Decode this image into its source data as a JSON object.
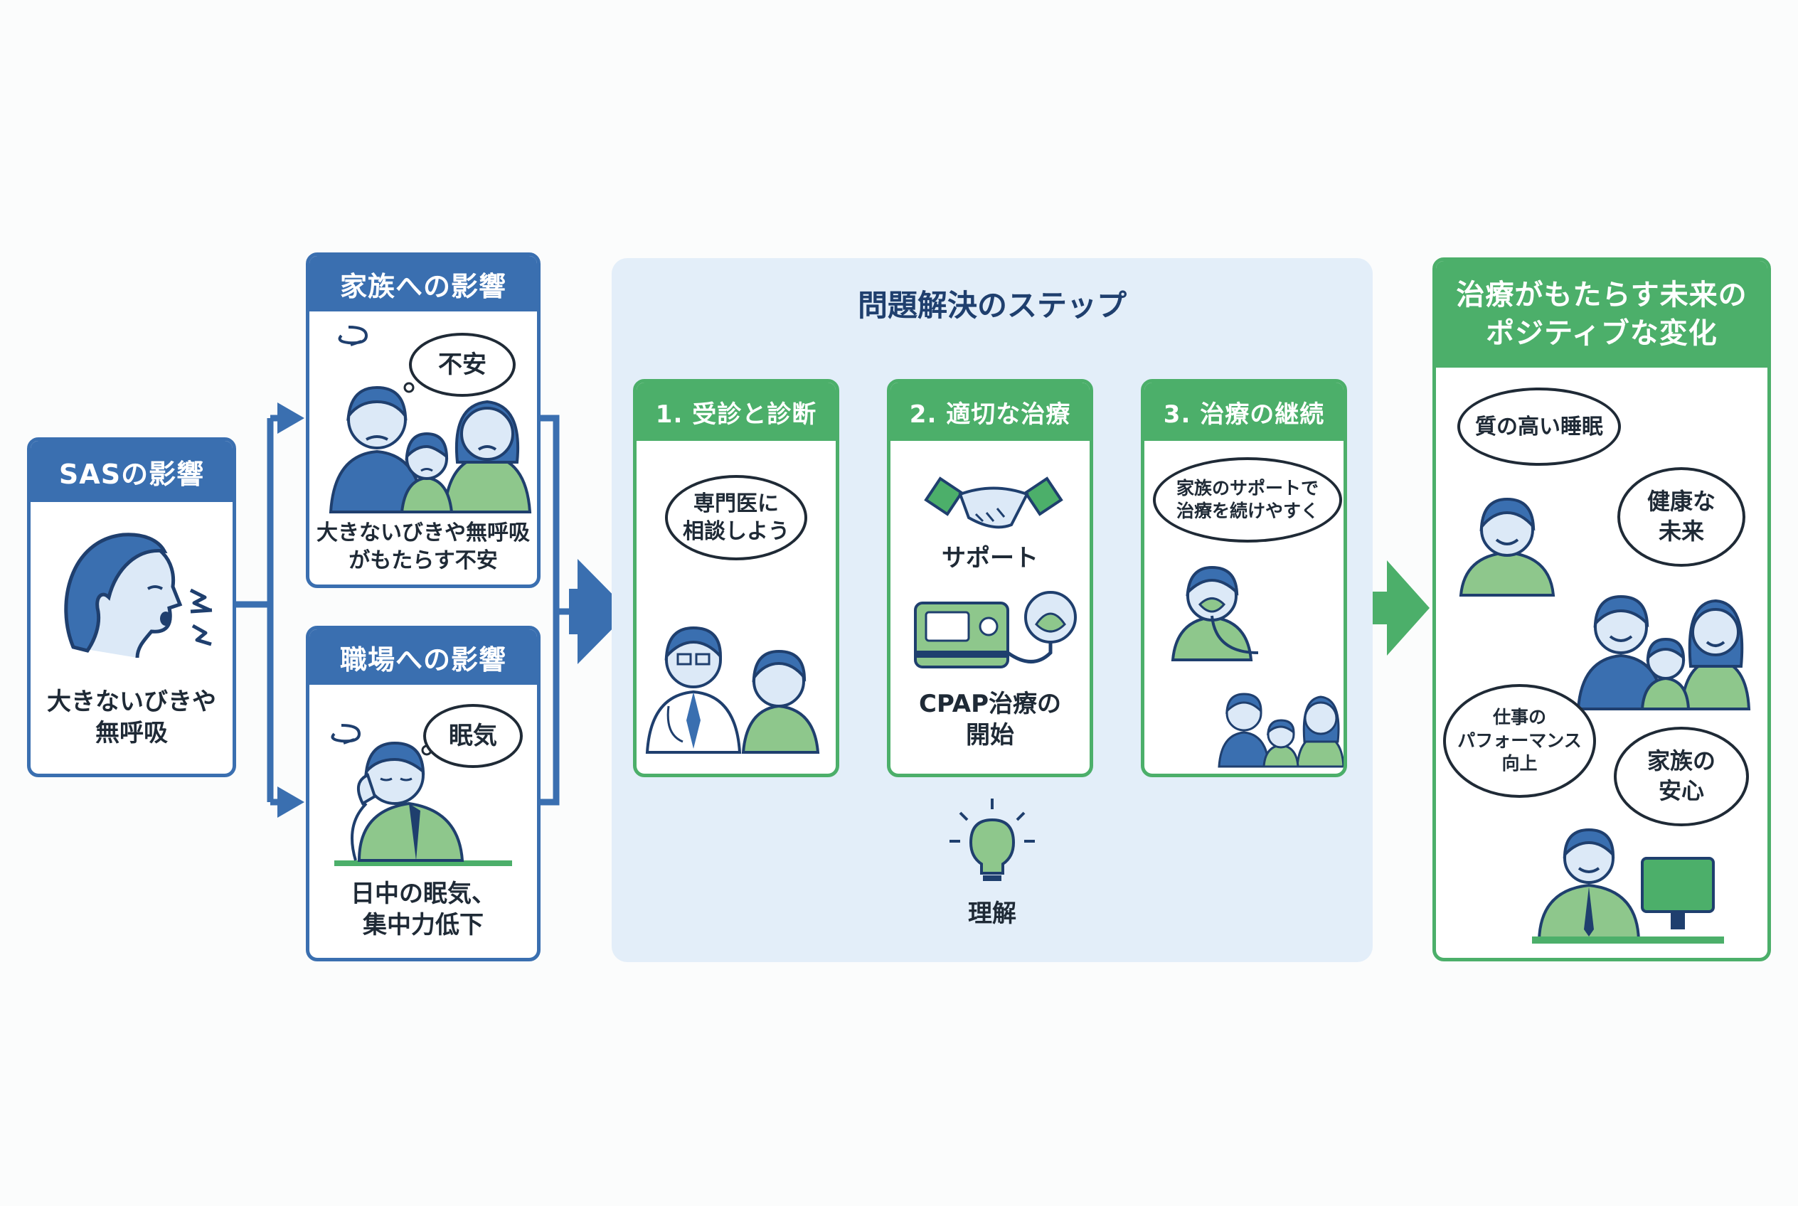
{
  "colors": {
    "blue": "#3a6fb0",
    "green": "#4caf6a",
    "panel_bg": "#e3eef9",
    "skin": "#dce9f7",
    "person_green": "#8ec78c"
  },
  "sas": {
    "title": "SASの影響",
    "caption": "大きないびきや\n無呼吸",
    "icon": "snoring-person-icon"
  },
  "family": {
    "title": "家族への影響",
    "bubble": "不安",
    "caption": "大きないびきや無呼吸\nがもたらす不安",
    "icon": "worried-family-icon"
  },
  "work": {
    "title": "職場への影響",
    "bubble": "眠気",
    "caption": "日中の眠気、\n集中力低下",
    "icon": "sleepy-worker-icon"
  },
  "steps": {
    "title": "問題解決のステップ",
    "step1": {
      "title": "1. 受診と診断",
      "bubble": "専門医に\n相談しよう",
      "icon": "doctor-patient-icon"
    },
    "step2": {
      "title": "2. 適切な治療",
      "support_label": "サポート",
      "cpap_label": "CPAP治療の\n開始",
      "icons": [
        "handshake-icon",
        "cpap-machine-icon"
      ]
    },
    "step3": {
      "title": "3. 治療の継続",
      "bubble": "家族のサポートで\n治療を続けやすく",
      "icons": [
        "cpap-mask-person-icon",
        "family-icon"
      ]
    },
    "understanding_label": "理解",
    "understanding_icon": "lightbulb-icon"
  },
  "future": {
    "title": "治療がもたらす未来の\nポジティブな変化",
    "bubbles": {
      "sleep": "質の高い睡眠",
      "health": "健康な\n未来",
      "work": "仕事の\nパフォーマンス\n向上",
      "family": "家族の\n安心"
    },
    "icons": [
      "happy-person-icon",
      "happy-family-icon",
      "office-worker-icon"
    ]
  }
}
